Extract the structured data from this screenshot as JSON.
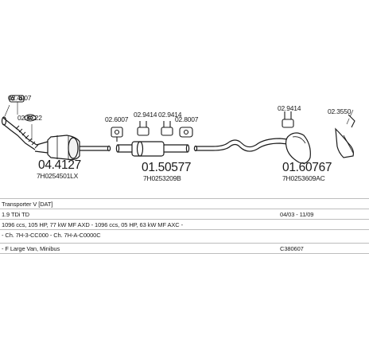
{
  "parts": [
    {
      "part_no": "04.4127",
      "oe_no": "7H0254501LX"
    },
    {
      "part_no": "01.50577",
      "oe_no": "7H0253209B"
    },
    {
      "part_no": "01.60767",
      "oe_no": "7H0253609AC"
    }
  ],
  "fittings": [
    "02.4007",
    "02.8C22",
    "02.6007",
    "02.9414",
    "02.9414",
    "02.8007",
    "02.9414",
    "02.3550"
  ],
  "vehicle": {
    "model": "Transporter V [DAT]",
    "engine": "1.9 TDi TD",
    "years": "04/03 - 11/09",
    "spec_1": "1096 ccs, 105 HP, 77 kW MF AXD - 1096 ccs, 05 HP, 63 kW MF AXC -",
    "spec_2": "- Ch. 7H-3-CC000 - Ch. 7H-A-C0000C",
    "body": "- F Large Van, Minibus",
    "ref": "C380607"
  }
}
